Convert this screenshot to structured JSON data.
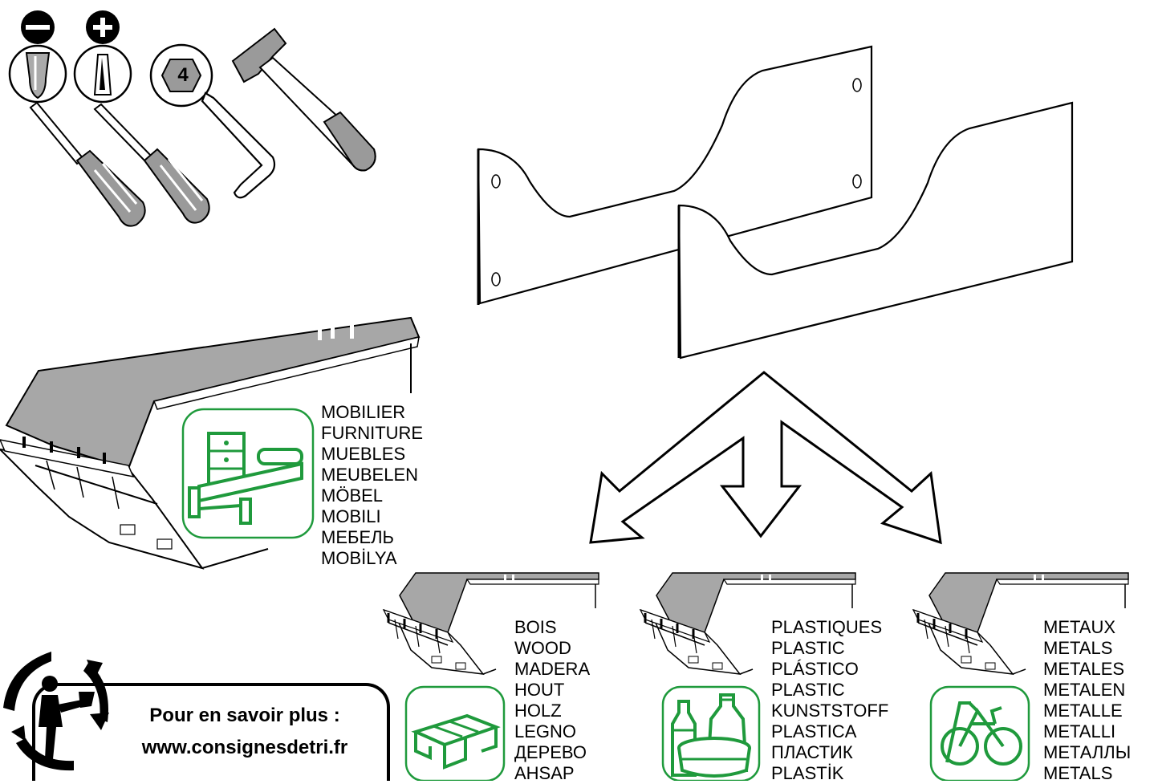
{
  "tools": {
    "hex_key_size": "4",
    "items": [
      {
        "icon": "flat-screwdriver-icon"
      },
      {
        "icon": "phillips-screwdriver-icon"
      },
      {
        "icon": "hex-key-icon"
      },
      {
        "icon": "hammer-icon"
      }
    ]
  },
  "recycling": {
    "furniture": {
      "icon": "furniture-bed-dresser-icon",
      "labels": [
        "MOBILIER",
        "FURNITURE",
        "MUEBLES",
        "MEUBELEN",
        "MÖBEL",
        "MOBILI",
        "МЕБЕЛЬ",
        "MOBİLYA"
      ]
    },
    "bins": [
      {
        "icon": "wood-pallet-icon",
        "labels": [
          "BOIS",
          "WOOD",
          "MADERA",
          "HOUT",
          "HOLZ",
          "LEGNO",
          "ДЕРЕВО",
          "AHSAP"
        ]
      },
      {
        "icon": "plastic-bottles-icon",
        "labels": [
          "PLASTIQUES",
          "PLASTIC",
          "PLÁSTICO",
          "PLASTIC",
          "KUNSTSTOFF",
          "PLASTICA",
          "ПЛАСТИК",
          "PLASTİK"
        ]
      },
      {
        "icon": "bicycle-icon",
        "labels": [
          "METAUX",
          "METALS",
          "METALES",
          "METALEN",
          "METALLE",
          "METALLI",
          "МЕТАЛЛЫ",
          "METALS"
        ]
      }
    ]
  },
  "info": {
    "icon": "triman-recycling-icon",
    "line1": "Pour en savoir plus :",
    "line2": "www.consignesdetri.fr"
  },
  "colors": {
    "recycle_green": "#1f9a3c",
    "bin_gray": "#a7a7a7",
    "line": "#000000"
  }
}
